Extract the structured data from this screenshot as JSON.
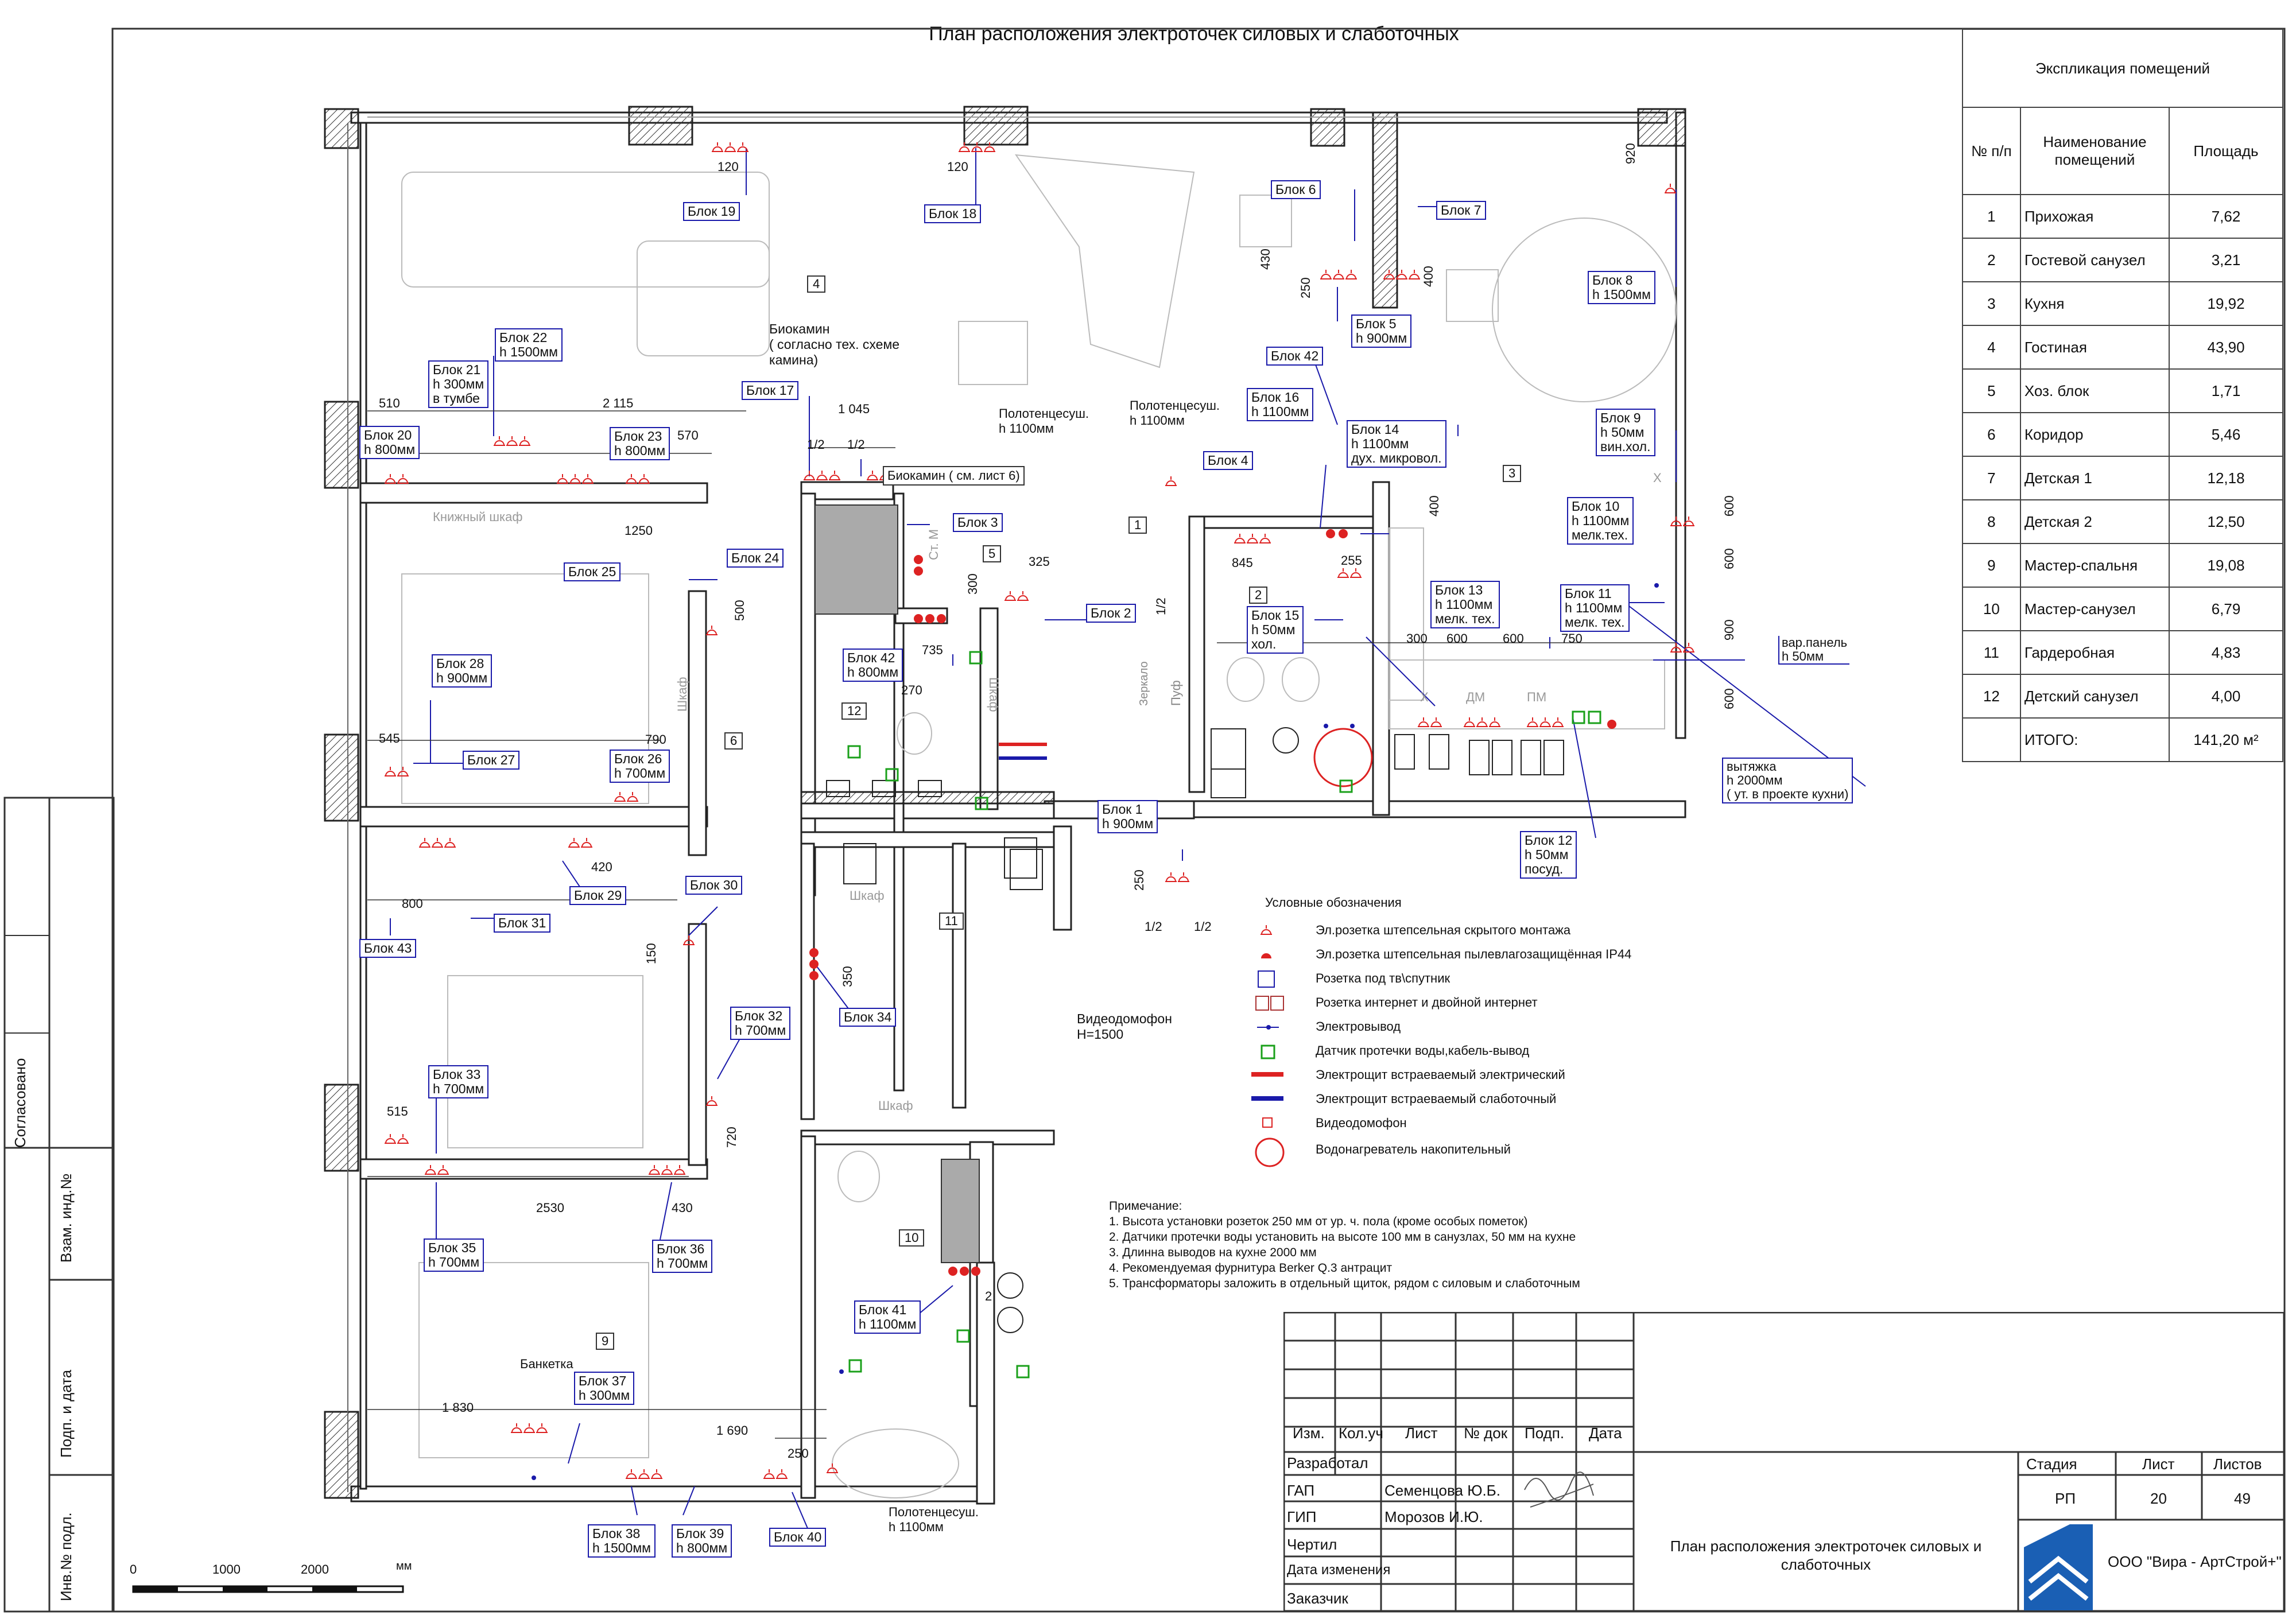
{
  "title": "План расположения электроточек силовых и слаботочных",
  "explication": {
    "caption": "Экспликация помещений",
    "headers": [
      "№ п/п",
      "Наименование помещений",
      "Площадь"
    ],
    "rows": [
      [
        "1",
        "Прихожая",
        "7,62"
      ],
      [
        "2",
        "Гостевой санузел",
        "3,21"
      ],
      [
        "3",
        "Кухня",
        "19,92"
      ],
      [
        "4",
        "Гостиная",
        "43,90"
      ],
      [
        "5",
        "Хоз. блок",
        "1,71"
      ],
      [
        "6",
        "Коридор",
        "5,46"
      ],
      [
        "7",
        "Детская 1",
        "12,18"
      ],
      [
        "8",
        "Детская 2",
        "12,50"
      ],
      [
        "9",
        "Мастер-спальня",
        "19,08"
      ],
      [
        "10",
        "Мастер-санузел",
        "6,79"
      ],
      [
        "11",
        "Гардеробная",
        "4,83"
      ],
      [
        "12",
        "Детский санузел",
        "4,00"
      ]
    ],
    "total": [
      "",
      "ИТОГО:",
      "141,20 м²"
    ]
  },
  "blocks": [
    {
      "id": "b19",
      "lines": [
        "Блок 19"
      ]
    },
    {
      "id": "b18",
      "lines": [
        "Блок 18"
      ]
    },
    {
      "id": "b6",
      "lines": [
        "Блок 6"
      ]
    },
    {
      "id": "b7",
      "lines": [
        "Блок 7"
      ]
    },
    {
      "id": "b8",
      "lines": [
        "Блок 8",
        "h 1500мм"
      ]
    },
    {
      "id": "b5",
      "lines": [
        "Блок 5",
        "h 900мм"
      ]
    },
    {
      "id": "b42a",
      "lines": [
        "Блок 42"
      ]
    },
    {
      "id": "b22",
      "lines": [
        "Блок 22",
        "h 1500мм"
      ]
    },
    {
      "id": "b21",
      "lines": [
        "Блок 21",
        "h 300мм",
        "в тумбе"
      ]
    },
    {
      "id": "b17",
      "lines": [
        "Блок 17"
      ]
    },
    {
      "id": "b16",
      "lines": [
        "Блок 16",
        "h 1100мм"
      ]
    },
    {
      "id": "b14",
      "lines": [
        "Блок 14",
        "h 1100мм",
        "дух. микровол."
      ]
    },
    {
      "id": "b9",
      "lines": [
        "Блок 9",
        "h 50мм",
        "вин.хол."
      ]
    },
    {
      "id": "b20",
      "lines": [
        "Блок 20",
        "h 800мм"
      ]
    },
    {
      "id": "b23",
      "lines": [
        "Блок 23",
        "h 800мм"
      ]
    },
    {
      "id": "b4",
      "lines": [
        "Блок 4"
      ]
    },
    {
      "id": "b10",
      "lines": [
        "Блок 10",
        "h 1100мм",
        "мелк.тех."
      ]
    },
    {
      "id": "b3",
      "lines": [
        "Блок 3"
      ]
    },
    {
      "id": "b24",
      "lines": [
        "Блок 24"
      ]
    },
    {
      "id": "b25",
      "lines": [
        "Блок 25"
      ]
    },
    {
      "id": "b2",
      "lines": [
        "Блок 2"
      ]
    },
    {
      "id": "b13",
      "lines": [
        "Блок 13",
        "h 1100мм",
        "мелк. тех."
      ]
    },
    {
      "id": "b11",
      "lines": [
        "Блок 11",
        "h 1100мм",
        "мелк. тех."
      ]
    },
    {
      "id": "b15",
      "lines": [
        "Блок 15",
        "h 50мм",
        "хол."
      ]
    },
    {
      "id": "b42b",
      "lines": [
        "Блок 42",
        "h 800мм"
      ]
    },
    {
      "id": "b28",
      "lines": [
        "Блок 28",
        "h 900мм"
      ]
    },
    {
      "id": "b27",
      "lines": [
        "Блок 27"
      ]
    },
    {
      "id": "b26",
      "lines": [
        "Блок 26",
        "h 700мм"
      ]
    },
    {
      "id": "b1",
      "lines": [
        "Блок 1",
        "h 900мм"
      ]
    },
    {
      "id": "b12",
      "lines": [
        "Блок 12",
        "h 50мм",
        "посуд."
      ]
    },
    {
      "id": "b29",
      "lines": [
        "Блок 29"
      ]
    },
    {
      "id": "b30",
      "lines": [
        "Блок 30"
      ]
    },
    {
      "id": "b31",
      "lines": [
        "Блок 31"
      ]
    },
    {
      "id": "b43",
      "lines": [
        "Блок 43"
      ]
    },
    {
      "id": "b34",
      "lines": [
        "Блок 34"
      ]
    },
    {
      "id": "b32",
      "lines": [
        "Блок 32",
        "h 700мм"
      ]
    },
    {
      "id": "b33",
      "lines": [
        "Блок 33",
        "h 700мм"
      ]
    },
    {
      "id": "b35",
      "lines": [
        "Блок 35",
        "h 700мм"
      ]
    },
    {
      "id": "b36",
      "lines": [
        "Блок 36",
        "h 700мм"
      ]
    },
    {
      "id": "b41",
      "lines": [
        "Блок 41",
        "h 1100мм"
      ]
    },
    {
      "id": "b37",
      "lines": [
        "Блок 37",
        "h 300мм"
      ]
    },
    {
      "id": "b38",
      "lines": [
        "Блок 38",
        "h 1500мм"
      ]
    },
    {
      "id": "b39",
      "lines": [
        "Блок 39",
        "h 800мм"
      ]
    },
    {
      "id": "b40",
      "lines": [
        "Блок 40"
      ]
    }
  ],
  "room_numbers": [
    "1",
    "2",
    "3",
    "4",
    "5",
    "6",
    "9",
    "10",
    "11",
    "12"
  ],
  "plan_labels": {
    "biokamin": [
      "Биокамин",
      "( согласно тех. схеме",
      "камина)"
    ],
    "biokamin_box": "Биокамин ( см. лист 6)",
    "towel1": [
      "Полотенцесуш.",
      "h 1100мм"
    ],
    "towel2": [
      "Полотенцесуш.",
      "h 1100мм"
    ],
    "towel3": [
      "Полотенцесуш.",
      "h 1100мм"
    ],
    "bookcase": "Книжный шкаф",
    "wardrobe": "Шкаф",
    "mirror": "Зеркало",
    "pouf": "Пуф",
    "bench": "Банкетка",
    "intercom": [
      "Видеодомофон",
      "H=1500"
    ],
    "var_panel": [
      "вар.панель",
      "h 50мм"
    ],
    "hood": [
      "вытяжка",
      "h 2000мм",
      "( ут. в проекте кухни)"
    ],
    "st_m": "Ст. М",
    "h_x": "Х",
    "dm": "ДМ",
    "pm": "ПМ",
    "dims": [
      "120",
      "120",
      "920",
      "430",
      "250",
      "400",
      "510",
      "2 115",
      "570",
      "1 045",
      "1/2",
      "1/2",
      "1250",
      "500",
      "325",
      "845",
      "255",
      "400",
      "300",
      "735",
      "270",
      "300",
      "600",
      "600",
      "750",
      "600",
      "600",
      "900",
      "600",
      "545",
      "790",
      "800",
      "420",
      "150",
      "350",
      "250",
      "1/2",
      "1/2",
      "515",
      "720",
      "2530",
      "430",
      "1 830",
      "1 690",
      "250",
      "1/2",
      "2"
    ]
  },
  "legend": {
    "title": "Условные обозначения",
    "items": [
      "Эл.розетка штепсельная скрытого монтажа",
      "Эл.розетка штепсельная пылевлагозащищённая IP44",
      "Розетка под тв\\спутник",
      "Розетка интернет и двойной интернет",
      "Электровывод",
      "Датчик протечки воды,кабель-вывод",
      "Электрощит встраеваемый электрический",
      "Электрощит встраеваемый слаботочный",
      "Видеодомофон",
      "Водонагреватель накопительный"
    ]
  },
  "notes": {
    "title": "Примечание:",
    "lines": [
      "1. Высота установки розеток 250 мм от ур. ч. пола (кроме особых пометок)",
      "2. Датчики протечки воды установить на высоте 100 мм в санузлах, 50 мм  на кухне",
      "3. Длинна выводов на кухне 2000 мм",
      "4. Рекомендуемая фурнитура Berker Q.3 антрацит",
      "5. Трансформаторы заложить в отдельный щиток, рядом с силовым и слаботочным"
    ]
  },
  "scale": {
    "ticks": [
      "0",
      "1000",
      "2000"
    ],
    "unit": "мм"
  },
  "side_stamp": [
    "Согласовано",
    "Взам. инд.№",
    "Подп. и дата",
    "Инв.№ подл."
  ],
  "stamp": {
    "cols": [
      "Изм.",
      "Кол.уч",
      "Лист",
      "№ док",
      "Подп.",
      "Дата"
    ],
    "rows": [
      [
        "Разработал",
        ""
      ],
      [
        "ГАП",
        "Семенцова Ю.Б."
      ],
      [
        "ГИП",
        "Морозов И.Ю."
      ],
      [
        "Чертил",
        ""
      ],
      [
        "Дата изменения",
        ""
      ],
      [
        "Заказчик",
        ""
      ]
    ],
    "stage_head": [
      "Стадия",
      "Лист",
      "Листов"
    ],
    "stage_vals": [
      "РП",
      "20",
      "49"
    ],
    "sheet_title": [
      "План расположения электроточек силовых и",
      "слаботочных"
    ],
    "company": "ООО \"Вира - АртСтрой+\""
  },
  "colors": {
    "line": "#111111",
    "blue": "#1a1aaa",
    "red": "#dd2222",
    "green": "#1aa01a",
    "wall": "#222222"
  }
}
